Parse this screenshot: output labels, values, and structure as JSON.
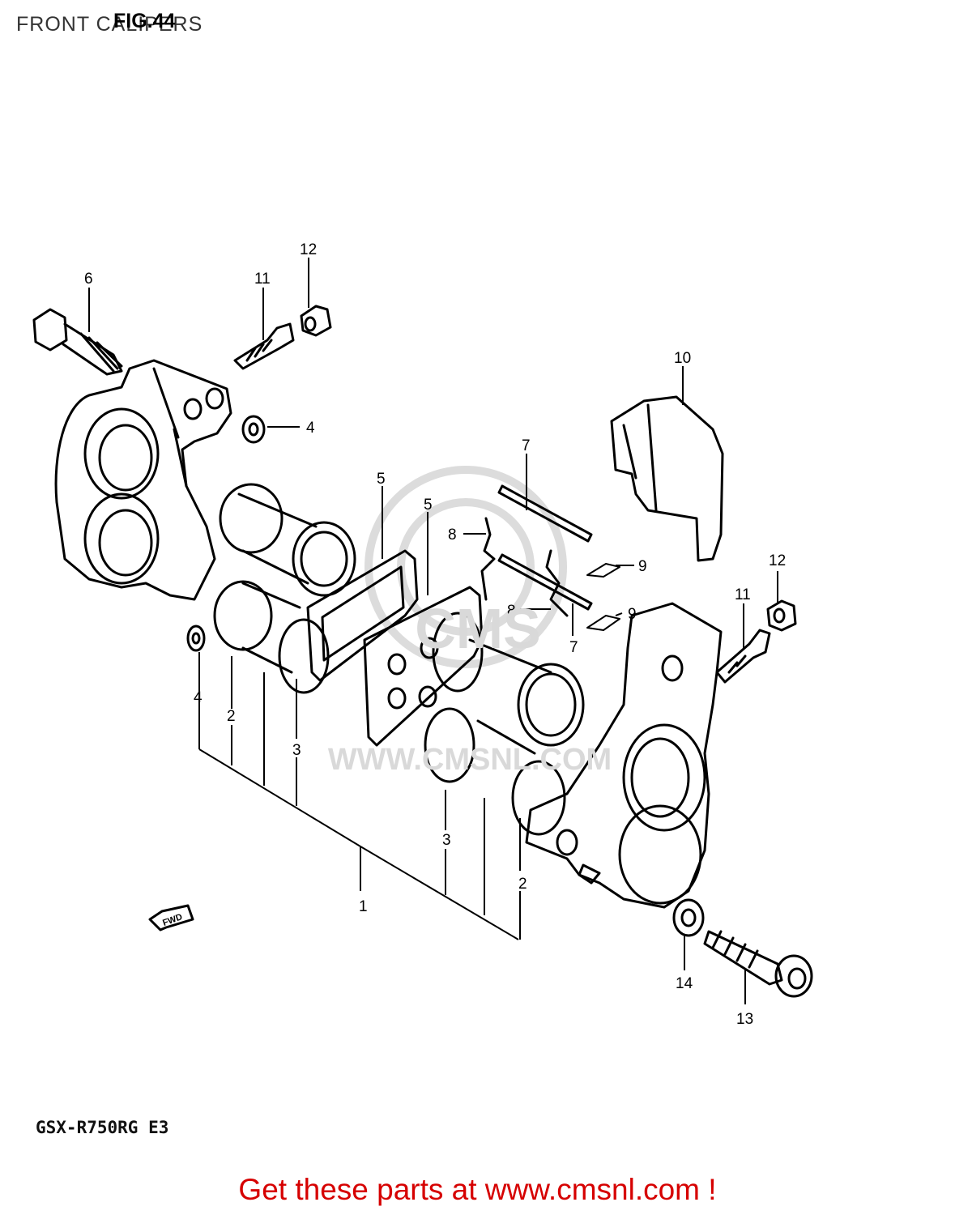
{
  "header": {
    "left_text": "FRONT CALIPERS",
    "fig_label": "FIG.44"
  },
  "model_code": "GSX-R750RG E3",
  "footer_text": "Get these parts at www.cmsnl.com !",
  "watermark": {
    "logo_text": "CMS",
    "url": "WWW.CMSNL.COM"
  },
  "fwd_marker": "FWD",
  "callouts": {
    "c1": "1",
    "c2a": "2",
    "c2b": "2",
    "c3a": "3",
    "c3b": "3",
    "c4a": "4",
    "c4b": "4",
    "c5a": "5",
    "c5b": "5",
    "c6": "6",
    "c7a": "7",
    "c7b": "7",
    "c8a": "8",
    "c8b": "8",
    "c9a": "9",
    "c9b": "9",
    "c10": "10",
    "c11a": "11",
    "c11b": "11",
    "c12a": "12",
    "c12b": "12",
    "c13": "13",
    "c14": "14"
  },
  "colors": {
    "footer": "#d60000",
    "line": "#000000",
    "watermark": "#d9d9d9"
  }
}
